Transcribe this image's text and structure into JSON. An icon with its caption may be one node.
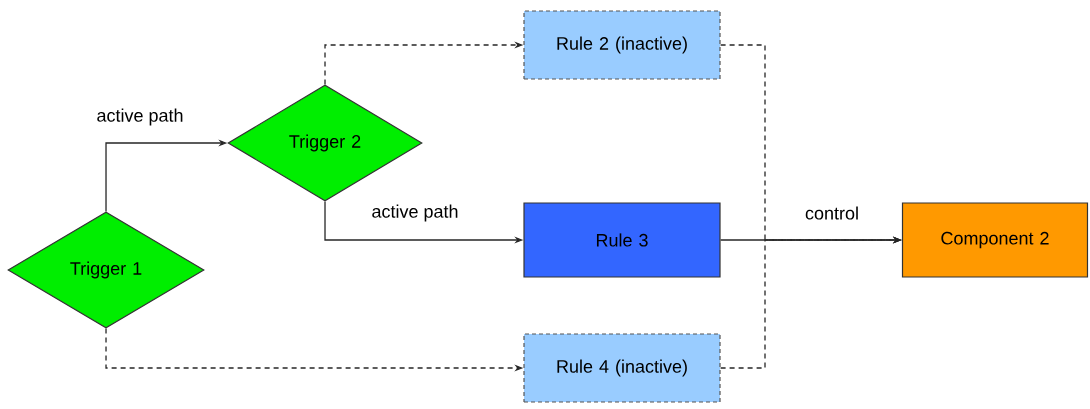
{
  "diagram": {
    "nodes": [
      {
        "text": [
          "Trigger 1"
        ]
      },
      {
        "text": [
          "Trigger 2"
        ]
      },
      {
        "text": [
          "Rule 2 (inactive)"
        ]
      },
      {
        "text": [
          "Rule 3"
        ]
      },
      {
        "text": [
          "Rule 4 (inactive)"
        ]
      },
      {
        "text": [
          "Component 2"
        ]
      }
    ],
    "edges": [
      {
        "from": 0,
        "to": 1,
        "arrow": "to",
        "label": "active path"
      },
      {
        "from": 1,
        "to": 2,
        "arrow": "to",
        "style": "dashed"
      },
      {
        "from": 1,
        "to": 3,
        "arrow": "to",
        "label": "active path"
      },
      {
        "from": 0,
        "to": 4,
        "arrow": "to",
        "style": "dashed"
      },
      {
        "from": 3,
        "to": 5,
        "arrow": "to",
        "label": "control"
      },
      {
        "from": 2,
        "to": 5,
        "arrow": "to",
        "style": "dashed"
      },
      {
        "from": 4,
        "to": 5,
        "arrow": "to",
        "style": "dashed"
      }
    ]
  }
}
